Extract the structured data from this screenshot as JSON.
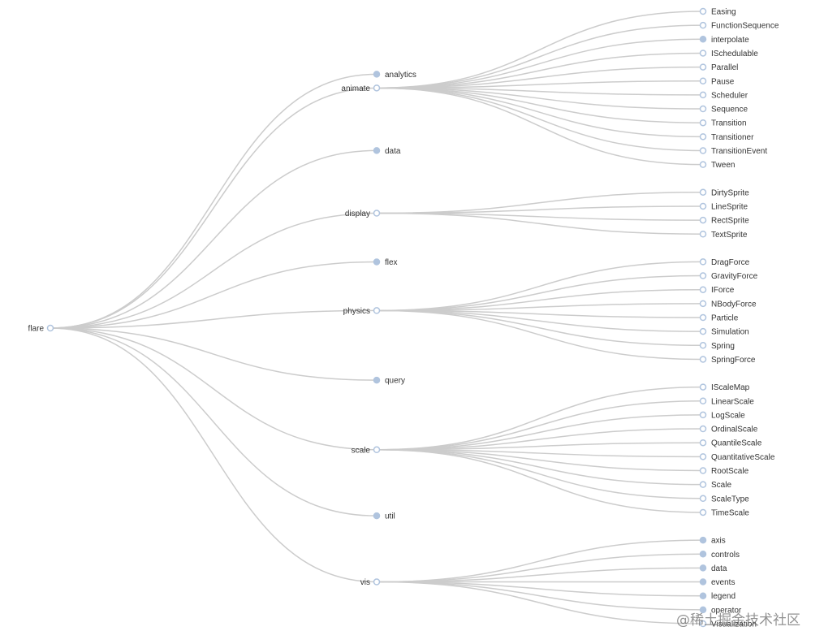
{
  "tree": {
    "name": "flare",
    "collapsed": false,
    "children": [
      {
        "name": "analytics",
        "collapsed": true
      },
      {
        "name": "animate",
        "collapsed": false,
        "children": [
          {
            "name": "Easing"
          },
          {
            "name": "FunctionSequence"
          },
          {
            "name": "interpolate",
            "collapsed": true
          },
          {
            "name": "ISchedulable"
          },
          {
            "name": "Parallel"
          },
          {
            "name": "Pause"
          },
          {
            "name": "Scheduler"
          },
          {
            "name": "Sequence"
          },
          {
            "name": "Transition"
          },
          {
            "name": "Transitioner"
          },
          {
            "name": "TransitionEvent"
          },
          {
            "name": "Tween"
          }
        ]
      },
      {
        "name": "data",
        "collapsed": true
      },
      {
        "name": "display",
        "collapsed": false,
        "children": [
          {
            "name": "DirtySprite"
          },
          {
            "name": "LineSprite"
          },
          {
            "name": "RectSprite"
          },
          {
            "name": "TextSprite"
          }
        ]
      },
      {
        "name": "flex",
        "collapsed": true
      },
      {
        "name": "physics",
        "collapsed": false,
        "children": [
          {
            "name": "DragForce"
          },
          {
            "name": "GravityForce"
          },
          {
            "name": "IForce"
          },
          {
            "name": "NBodyForce"
          },
          {
            "name": "Particle"
          },
          {
            "name": "Simulation"
          },
          {
            "name": "Spring"
          },
          {
            "name": "SpringForce"
          }
        ]
      },
      {
        "name": "query",
        "collapsed": true
      },
      {
        "name": "scale",
        "collapsed": false,
        "children": [
          {
            "name": "IScaleMap"
          },
          {
            "name": "LinearScale"
          },
          {
            "name": "LogScale"
          },
          {
            "name": "OrdinalScale"
          },
          {
            "name": "QuantileScale"
          },
          {
            "name": "QuantitativeScale"
          },
          {
            "name": "RootScale"
          },
          {
            "name": "Scale"
          },
          {
            "name": "ScaleType"
          },
          {
            "name": "TimeScale"
          }
        ]
      },
      {
        "name": "util",
        "collapsed": true
      },
      {
        "name": "vis",
        "collapsed": false,
        "children": [
          {
            "name": "axis",
            "collapsed": true
          },
          {
            "name": "controls",
            "collapsed": true
          },
          {
            "name": "data",
            "collapsed": true
          },
          {
            "name": "events",
            "collapsed": true
          },
          {
            "name": "legend",
            "collapsed": true
          },
          {
            "name": "operator",
            "collapsed": true
          },
          {
            "name": "Visualization"
          }
        ]
      }
    ]
  },
  "colors": {
    "link": "#cccccc",
    "node_stroke": "#b0c4de",
    "node_collapsed_fill": "#b0c4de",
    "node_expanded_fill": "#ffffff",
    "label": "#333333"
  },
  "watermark": "@稀土掘金技术社区"
}
